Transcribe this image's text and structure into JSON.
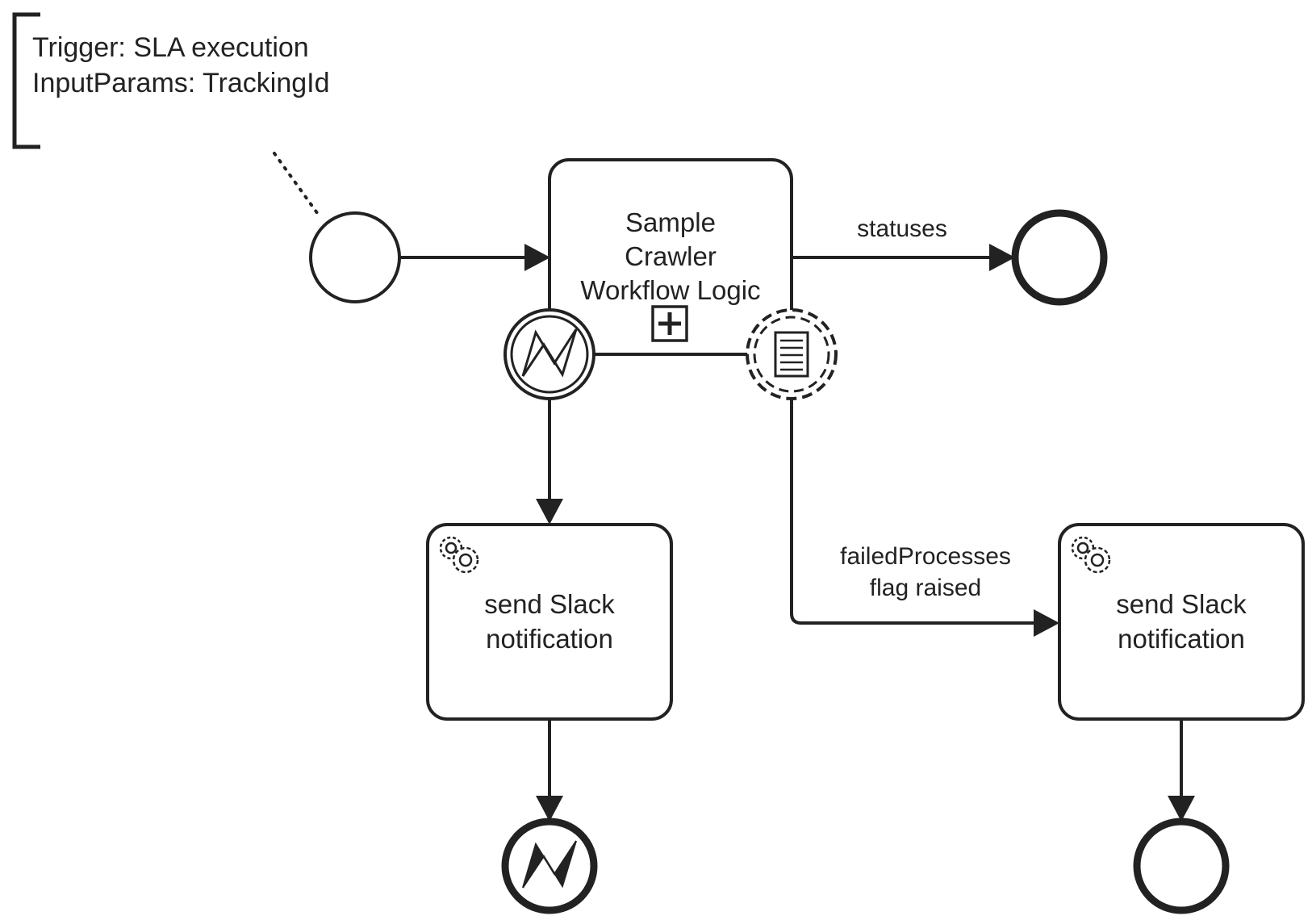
{
  "annotation": {
    "line1": "Trigger: SLA execution",
    "line2": "InputParams: TrackingId"
  },
  "subprocess": {
    "line1": "Sample",
    "line2": "Crawler",
    "line3": "Workflow Logic"
  },
  "task_left": {
    "line1": "send Slack",
    "line2": "notification"
  },
  "task_right": {
    "line1": "send Slack",
    "line2": "notification"
  },
  "edges": {
    "statuses": "statuses",
    "failed_line1": "failedProcesses",
    "failed_line2": "flag raised"
  },
  "icons": {
    "start": "start-event-icon",
    "end_statuses": "end-event-icon",
    "error_boundary": "error-boundary-event-icon",
    "conditional_boundary": "conditional-boundary-event-icon",
    "error_end": "error-end-event-icon",
    "end_right": "end-event-icon",
    "service_task": "gear-icon",
    "subprocess_marker": "collapsed-subprocess-plus-icon"
  },
  "colors": {
    "stroke": "#222222",
    "background": "#ffffff"
  }
}
